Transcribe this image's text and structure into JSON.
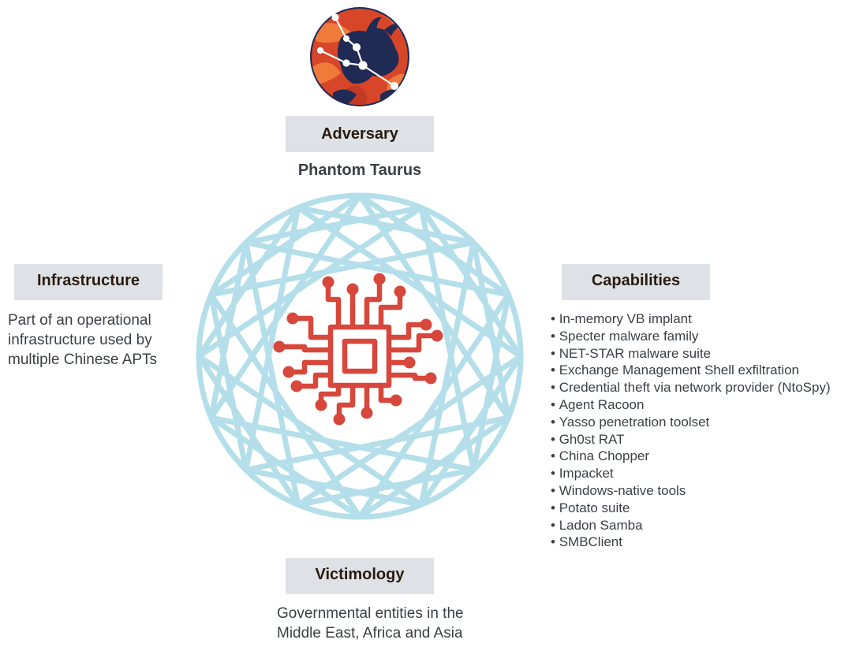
{
  "adversary": {
    "heading": "Adversary",
    "name": "Phantom Taurus"
  },
  "infrastructure": {
    "heading": "Infrastructure",
    "description": "Part of an operational infrastructure used by multiple Chinese APTs"
  },
  "capabilities": {
    "heading": "Capabilities",
    "items": [
      "In-memory VB implant",
      "Specter malware family",
      "NET-STAR malware suite",
      "Exchange Management Shell exfiltration",
      "Credential theft via network provider (NtoSpy)",
      "Agent Racoon",
      "Yasso penetration toolset",
      "Gh0st RAT",
      "China Chopper",
      "Impacket",
      "Windows-native tools",
      "Potato suite",
      "Ladon Samba",
      "SMBClient"
    ]
  },
  "victimology": {
    "heading": "Victimology",
    "description": "Governmental entities in the Middle East, Africa and Asia"
  },
  "icons": {
    "logo": "taurus-constellation-logo-icon",
    "diamond": "diamond-outline-icon",
    "chip": "circuit-chip-icon"
  },
  "colors": {
    "header_bg": "#dee2e6",
    "diamond_stroke": "#b4dfea",
    "chip": "#d7473b",
    "logo_dark": "#1f2a55",
    "logo_orange": "#e2542a",
    "text": "#3b3f44"
  }
}
